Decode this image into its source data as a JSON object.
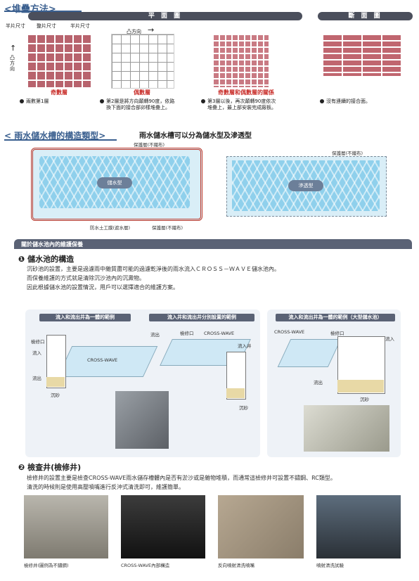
{
  "stacking": {
    "title": "<堆疊方法>",
    "plan_header": "平 面 圖",
    "section_header": "斷 面 圖",
    "dim_labels": [
      "半片尺寸",
      "整片尺寸",
      "半片尺寸"
    ],
    "direction_label": "凸方向",
    "arrow_label": "↑",
    "caption_odd": "奇數層",
    "caption_even": "偶數層",
    "caption_mix": "奇數層和偶數層的關係",
    "note_odd": "兩數第1層",
    "note_even_1": "第2層是將方向顛轉90度，依路",
    "note_even_2": "換下面的接合部卯樣堆疊上。",
    "note_mix_1": "第3層以後，再次顛轉90度依次",
    "note_mix_2": "堆疊上，最上部安裝完成廠板。",
    "note_section": "沒有連續的接合面。"
  },
  "types": {
    "title": "< 雨水儲水槽的構造類型>",
    "subtitle": "雨水儲水槽可以分為儲水型及滲透型",
    "storage_label": "儲水型",
    "infiltration_label": "滲透型",
    "protect_layer_top": "保護層(不織布)",
    "protect_layer_right": "保護層(不織布)",
    "waterproof_label": "防水土工膜(遮水層)",
    "protect_layer_bottom": "保護層(不織布)"
  },
  "maintenance": {
    "header": "關於儲水池內的維護保養",
    "s1_title": "❶ 儲水池的構造",
    "s1_line1": "沉砂池的設置，主要是過濾雨中雜質盡可能的過濾乾淨後的雨水流入ＣＲＯＳＳ－ＷＡＶＥ儲水池內。",
    "s1_line2": "而保養維護的方式就是清除沉沙池內的沉澱物。",
    "s1_line3": "因此根據儲水池的設置情況，用戶可以選擇適合的維護方案。",
    "case1": "流入和流出井為一體的範例",
    "case2": "流入井和流出井分別設置的範例",
    "case3": "流入和流出井為一體的範例（大型儲水池）",
    "label_inspect": "檢修口",
    "label_in": "流入",
    "label_out": "流出",
    "label_sand": "沉砂",
    "label_cw": "CROSS-WAVE",
    "label_cw2": "CROSS-WAVE",
    "label_cw3": "CROSS-WAVE",
    "label_inlet_well": "流入井",
    "s2_title": "❷ 檢查井(檢修井)",
    "s2_line1": "檢修井的設置主要是檢查CROSS-WAVE雨水儲存槽體內是否有淤沙或是雜物堆積，而通常這檢修井可設置不鏽鋼、RC類型。",
    "s2_line2": "清洗的時候則是使用高壓噴嘴進行反沖式清洗即可，維護簡單。",
    "photo1": "檢修井(圖例為不鏽鋼)",
    "photo2": "CROSS-WAVE內部構造",
    "photo3": "反向噴射清洗噴嘴",
    "photo4": "噴射清洗試驗"
  },
  "colors": {
    "accent_blue": "#3a5f8f",
    "brick_red": "#b8636d",
    "water_blue": "#8fd0ec",
    "membrane_red": "#c0392b"
  }
}
